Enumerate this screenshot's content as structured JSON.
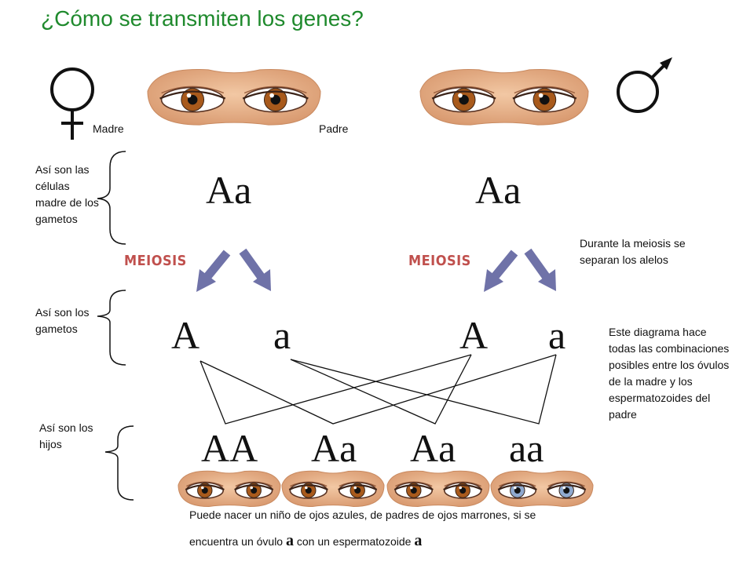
{
  "title": "¿Cómo se transmiten los genes?",
  "labels": {
    "mother": "Madre",
    "father": "Padre",
    "meiosis_left": "MEIOSIS",
    "meiosis_right": "MEIOSIS"
  },
  "notes": {
    "parent_cells": "Así son las células madre de los gametos",
    "gametes": "Así son los gametos",
    "children": "Así son los hijos",
    "meiosis": "Durante la meiosis se separan los alelos",
    "diagram": "Este diagrama hace todas las combinaciones posibles entre los óvulos de la madre y los espermatozoides del padre"
  },
  "genotypes": {
    "mother": "Aa",
    "father": "Aa",
    "mother_gamete_1": "A",
    "mother_gamete_2": "a",
    "father_gamete_1": "A",
    "father_gamete_2": "a",
    "children": [
      "AA",
      "Aa",
      "Aa",
      "aa"
    ]
  },
  "caption": {
    "line1": "Puede nacer un niño de ojos azules, de padres de ojos marrones, si se",
    "line2_a": "encuentra un óvulo ",
    "line2_b": "a",
    "line2_c": " con un espermatozoide ",
    "line2_d": "a"
  },
  "colors": {
    "title": "#1f8a2d",
    "meiosis": "#c0504d",
    "arrow": "#6f72a8",
    "skin": "#e8b48c",
    "brown_iris": "#a85a1c",
    "blue_iris": "#8fa9cf"
  },
  "eye_colors": {
    "mother": "brown",
    "father": "brown",
    "children": [
      "brown",
      "brown",
      "brown",
      "blue"
    ]
  }
}
